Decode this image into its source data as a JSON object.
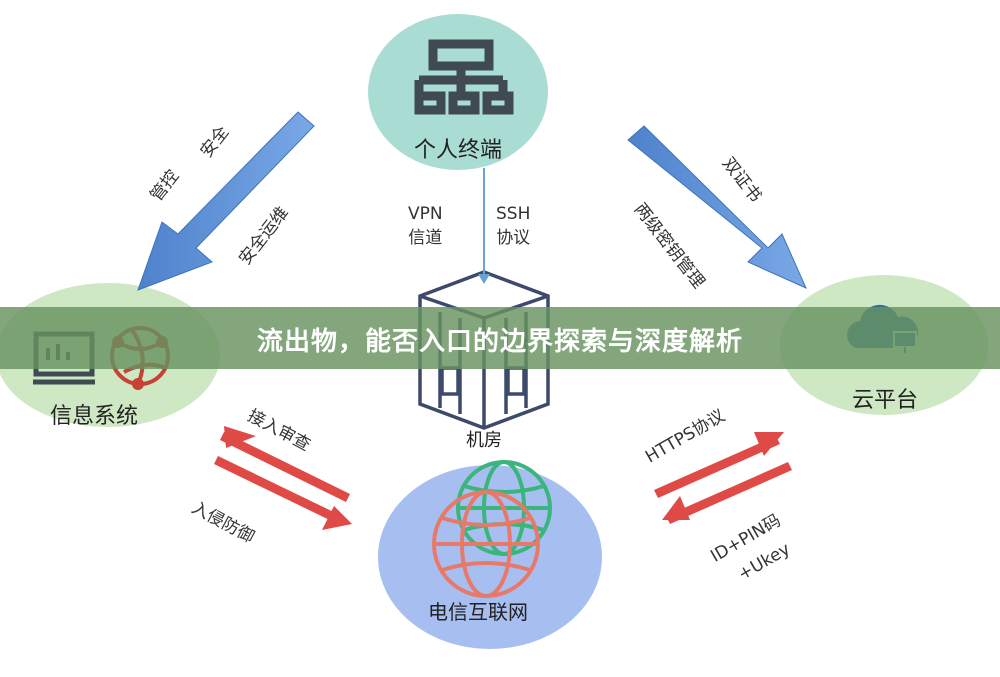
{
  "banner": {
    "title": "流出物，能否入口的边界探索与深度解析"
  },
  "nodes": {
    "terminal": {
      "label": "个人终端",
      "color": "#a9dcd2"
    },
    "info_system": {
      "label": "信息系统",
      "color": "#cfe8c4"
    },
    "cloud": {
      "label": "云平台",
      "color": "#cfe8c4"
    },
    "machine_room": {
      "label": "机房"
    },
    "telecom": {
      "label": "电信互联网",
      "color": "#a7bff0"
    }
  },
  "edges": {
    "vpn": {
      "line1": "VPN",
      "line2": "信道"
    },
    "ssh": {
      "line1": "SSH",
      "line2": "协议"
    },
    "left_top_1": "安全",
    "left_top_2": "管控",
    "left_mid": "安全运维",
    "right_top": "双证书",
    "right_mid": "两级密钥管理",
    "left_bottom_1": "接入审查",
    "left_bottom_2": "入侵防御",
    "right_bottom_1": "HTTPS协议",
    "right_bottom_2": "ID+PIN码",
    "right_bottom_3": "+Ukey"
  },
  "colors": {
    "blue_arrow": "#5b8fd6",
    "red_arrow": "#e04a46",
    "icon_dark": "#3f4a52",
    "accent_red": "#c74136",
    "globe_green": "#3bb57c",
    "globe_red": "#e7796a"
  }
}
